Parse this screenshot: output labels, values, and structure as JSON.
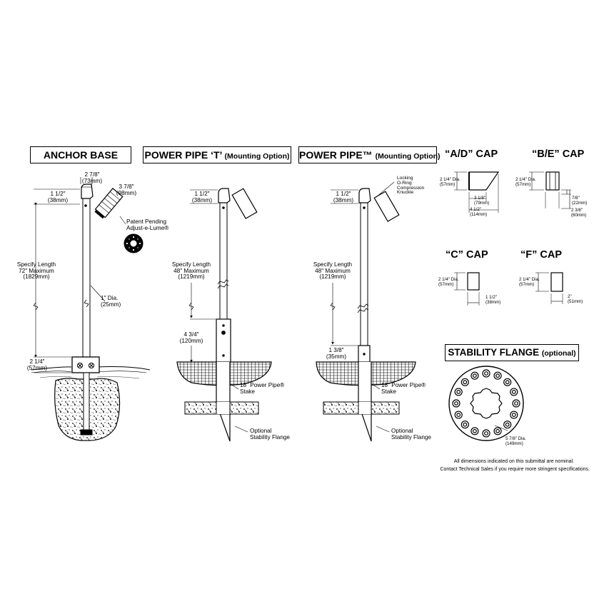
{
  "titles": {
    "anchor_base": "ANCHOR BASE",
    "power_pipe_t": "POWER PIPE ‘T’",
    "power_pipe_t_opt": "(Mounting Option)",
    "power_pipe": "POWER PIPE™",
    "power_pipe_opt": "(Mounting Option)",
    "cap_ad": "“A/D” CAP",
    "cap_be": "“B/E” CAP",
    "cap_c": "“C” CAP",
    "cap_f": "“F” CAP",
    "stability": "STABILITY FLANGE",
    "stability_opt": "(optional)"
  },
  "anchor": {
    "d_top_w": "2 7/8\"",
    "d_top_w_mm": "(73mm)",
    "d_cap": "1 1/2\"",
    "d_cap_mm": "(38mm)",
    "d_head": "3 7/8\"",
    "d_head_mm": "(98mm)",
    "patent1": "Patent Pending",
    "patent2": "Adjust-e-Lume®",
    "len1": "Specify Length",
    "len2": "72\" Maximum",
    "len3": "(1829mm)",
    "dia1": "1\" Dia.",
    "dia2": "(25mm)",
    "base1": "2 1/4\"",
    "base2": "(57mm)"
  },
  "ppt": {
    "d_cap": "1 1/2\"",
    "d_cap_mm": "(38mm)",
    "len1": "Specify Length",
    "len2": "48\" Maximum",
    "len3": "(1219mm)",
    "d_t": "4 3/4\"",
    "d_t_mm": "(120mm)",
    "stake1": "18\" Power Pipe®",
    "stake2": "Stake",
    "flange1": "Optional",
    "flange2": "Stability Flange"
  },
  "pp": {
    "d_cap": "1 1/2\"",
    "d_cap_mm": "(38mm)",
    "knuckle1": "Locking",
    "knuckle2": "O-Ring",
    "knuckle3": "Compression",
    "knuckle4": "Knuckle",
    "len1": "Specify Length",
    "len2": "48\" Maximum",
    "len3": "(1219mm)",
    "d_base": "1 3/8\"",
    "d_base_mm": "(35mm)",
    "stake1": "18\" Power Pipe®",
    "stake2": "Stake",
    "flange1": "Optional",
    "flange2": "Stability Flange"
  },
  "caps": {
    "ad_dia": "2 1/4\" Dia.",
    "ad_dia_mm": "(57mm)",
    "ad_w1": "3 1/8\"",
    "ad_w1_mm": "(79mm)",
    "ad_w2": "4 1/2\"",
    "ad_w2_mm": "(114mm)",
    "be_dia": "2 1/4\" Dia.",
    "be_dia_mm": "(57mm)",
    "be_h1": "7/8\"",
    "be_h1_mm": "(22mm)",
    "be_h2": "2 3/8\"",
    "be_h2_mm": "(60mm)",
    "c_dia": "2 1/4\" Dia.",
    "c_dia_mm": "(57mm)",
    "c_h": "1 1/2\"",
    "c_h_mm": "(38mm)",
    "f_dia": "2 1/4\" Dia.",
    "f_dia_mm": "(57mm)",
    "f_h": "2\"",
    "f_h_mm": "(51mm)"
  },
  "flange": {
    "dia": "5 7/8\" Dia.",
    "dia_mm": "(149mm)"
  },
  "notes": {
    "line1": "All dimensions indicated on this submittal are nominal.",
    "line2": "Contact Technical Sales if you require more stringent specifications."
  }
}
